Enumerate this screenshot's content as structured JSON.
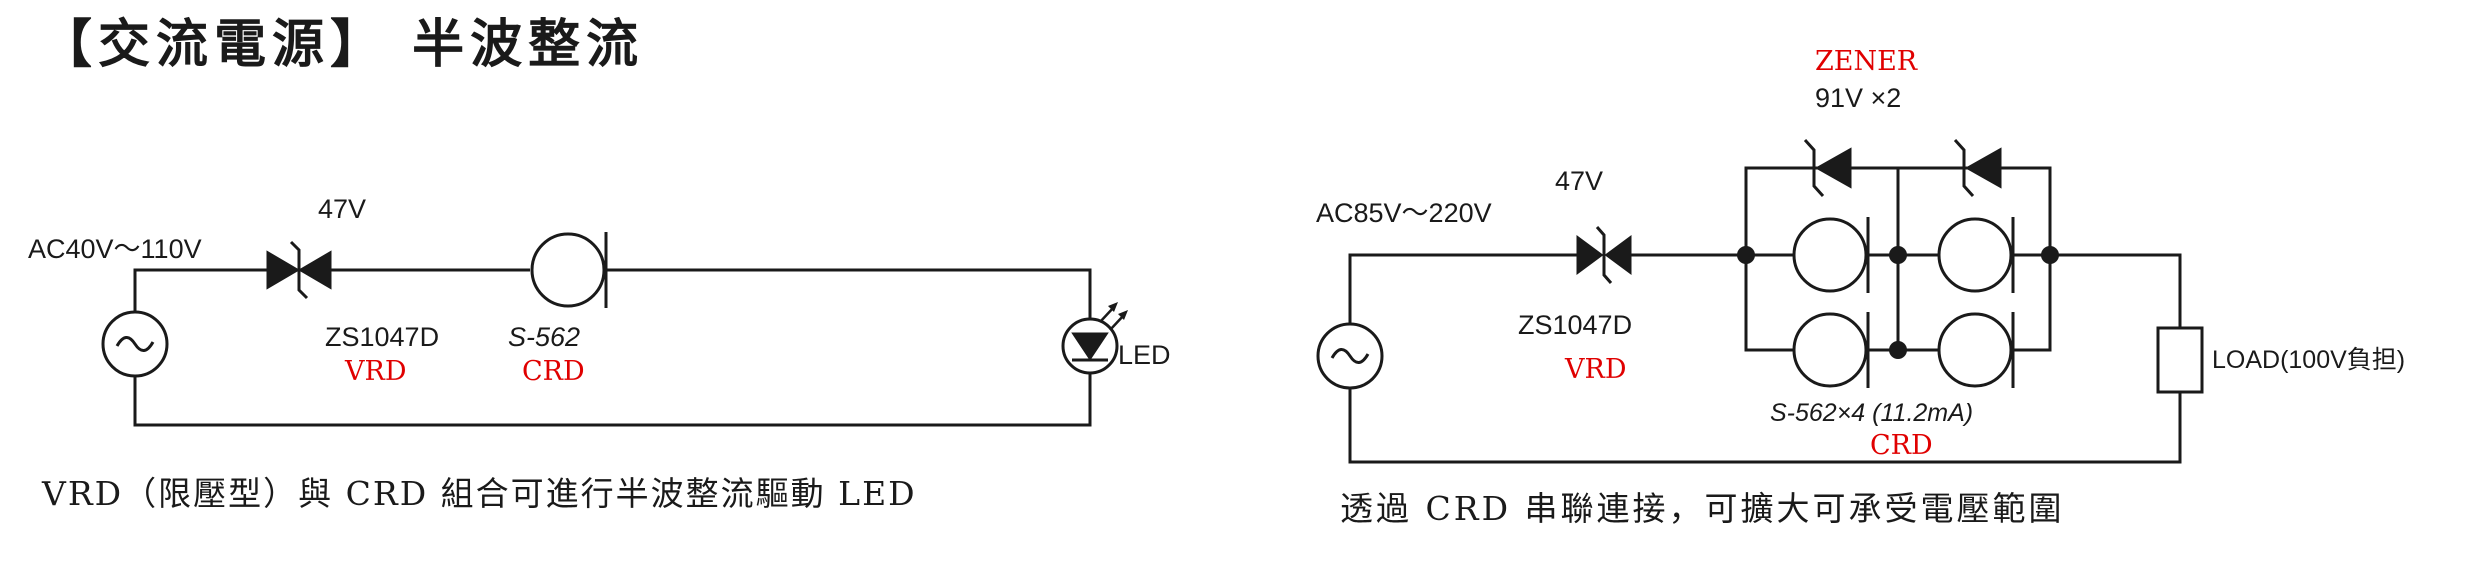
{
  "title": "【交流電源】 半波整流",
  "colors": {
    "ink": "#1a1a1a",
    "accent": "#e00000"
  },
  "left_circuit": {
    "source_label": "AC40V～110V",
    "vrd_voltage": "47V",
    "vrd_part": "ZS1047D",
    "vrd_tag": "VRD",
    "crd_part": "S-562",
    "crd_tag": "CRD",
    "led_label": "LED",
    "caption": "VRD（限壓型）與 CRD 組合可進行半波整流驅動 LED"
  },
  "right_circuit": {
    "zener_tag": "ZENER",
    "zener_spec": "91V ×2",
    "source_label": "AC85V～220V",
    "vrd_voltage": "47V",
    "vrd_part": "ZS1047D",
    "vrd_tag": "VRD",
    "crd_part": "S-562×4 (11.2mA)",
    "crd_tag": "CRD",
    "load_label": "LOAD(100V負担)",
    "caption": "透過 CRD 串聯連接，可擴大可承受電壓範圍"
  }
}
